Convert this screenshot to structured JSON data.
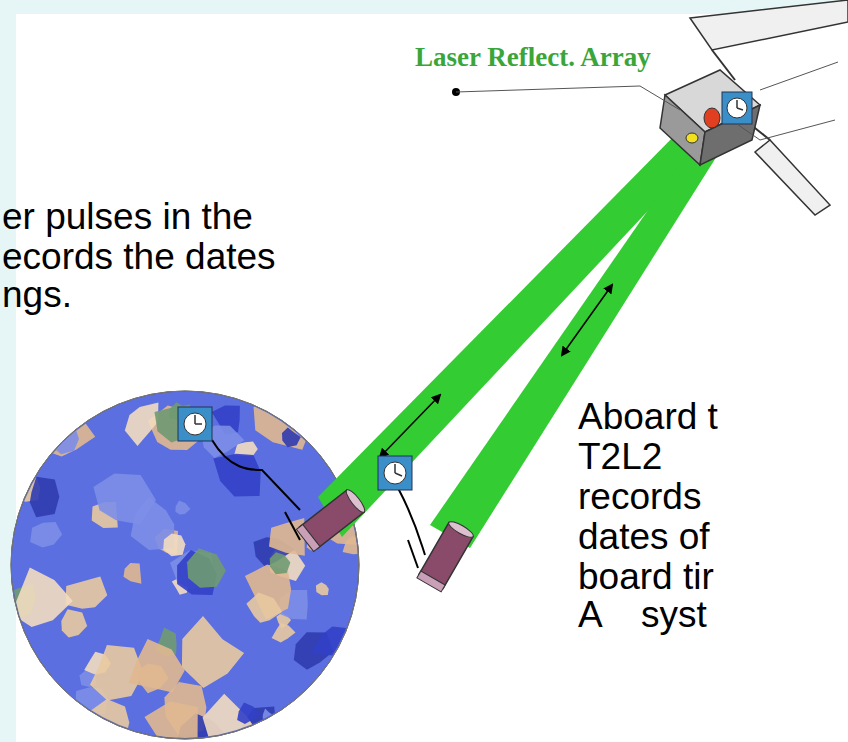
{
  "diagram": {
    "labels": [
      "Laser Reflect. Array",
      "er pulses in the",
      "ecords the dates",
      "ngs.",
      "Aboard t",
      "T2L2",
      "records",
      "dates of",
      "board tir",
      "A syst"
    ]
  }
}
